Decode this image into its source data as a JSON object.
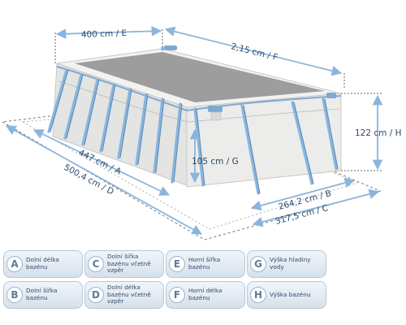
{
  "colors": {
    "frame": "#8ab5dc",
    "frame_dark": "#4f85b8",
    "liner": "#e8e8e6",
    "water": "#9d9d9d",
    "dimension": "#666666",
    "text": "#2f4a6b"
  },
  "dimensions": {
    "e": "400 cm / E",
    "f": "2,15 cm / F",
    "h": "122 cm / H",
    "g": "105 cm / G",
    "a": "447 cm / A",
    "d": "500,4 cm / D",
    "b": "264,2 cm / B",
    "c": "317,5 cm / C"
  },
  "legend": [
    {
      "letter": "A",
      "text": "Dolní délka bazénu"
    },
    {
      "letter": "C",
      "text": "Dolní šířka bazénu včetně vzpěr"
    },
    {
      "letter": "E",
      "text": "Horní šířka bazénu"
    },
    {
      "letter": "G",
      "text": "Výška hladiny vody"
    },
    {
      "letter": "B",
      "text": "Dolní šířka bazénu"
    },
    {
      "letter": "D",
      "text": "Dolní délka bazénu včetně vzpěr"
    },
    {
      "letter": "F",
      "text": "Horní délka bazénu"
    },
    {
      "letter": "H",
      "text": "Výška bazénu"
    }
  ]
}
